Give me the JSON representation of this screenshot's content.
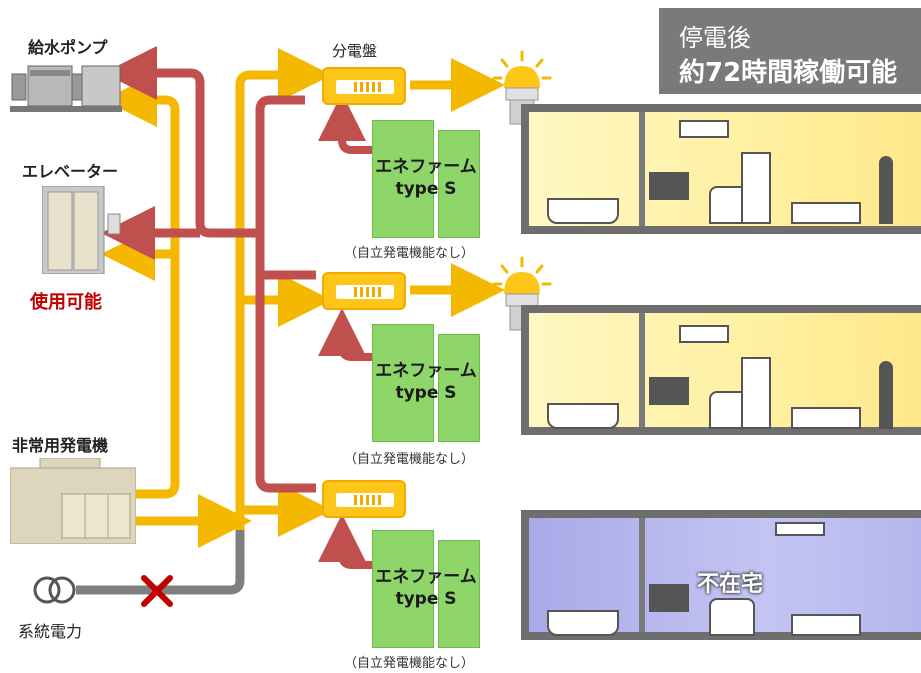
{
  "title_box": {
    "line1": "停電後",
    "line2": "約72時間稼働可能",
    "bg_color": "#7a7a7a"
  },
  "labels": {
    "pump": "給水ポンプ",
    "elevator": "エレベーター",
    "usable": "使用可能",
    "generator": "非常用発電機",
    "grid": "系統電力",
    "panel": "分電盤",
    "absent": "不在宅"
  },
  "enefarm_units": [
    {
      "name": "エネファーム",
      "model": "type S",
      "note": "（自立発電機能なし）"
    },
    {
      "name": "エネファーム",
      "model": "type S",
      "note": "（自立発電機能なし）"
    },
    {
      "name": "エネファーム",
      "model": "type S",
      "note": "（自立発電機能なし）"
    }
  ],
  "colors": {
    "yellow_line": "#f5b800",
    "red_line": "#c0504d",
    "grid_line": "#7f7f7f",
    "cross": "#c00000",
    "usable_text": "#c00000"
  },
  "icons": [
    "pump-icon",
    "elevator-icon",
    "generator-icon",
    "transformer-icon",
    "cross-icon",
    "light-bulb-icon"
  ]
}
